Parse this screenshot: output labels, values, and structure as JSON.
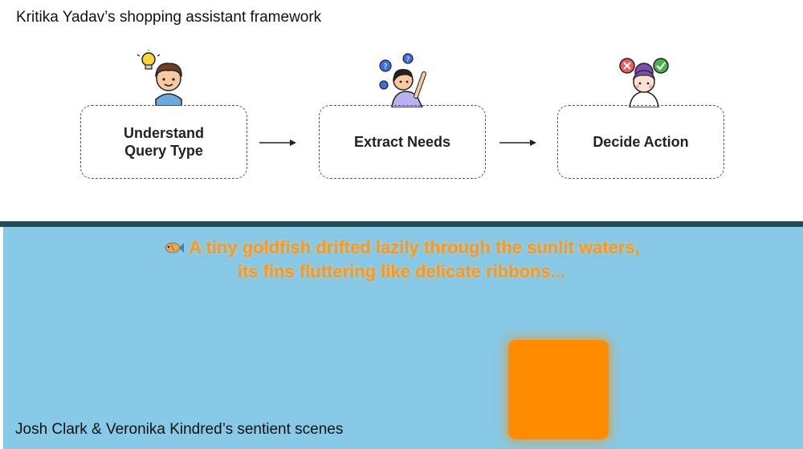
{
  "top_caption": "Kritika Yadav’s shopping assistant framework",
  "steps": [
    {
      "label": "Understand\nQuery Type",
      "icon": "lightbulb-person-icon"
    },
    {
      "label": "Extract Needs",
      "icon": "questioning-person-icon"
    },
    {
      "label": "Decide Action",
      "icon": "deciding-person-icon"
    }
  ],
  "story_text": "A tiny goldfish drifted lazily through the sunlit waters, its fins fluttering like delicate ribbons...",
  "story_icon": "goldfish-icon",
  "bottom_caption": "Josh Clark & Veronika Kindred’s sentient scenes",
  "colors": {
    "divider": "#1f4d57",
    "water": "#87c9e6",
    "story_text": "#f59a2a",
    "square": "#ff8c00"
  }
}
